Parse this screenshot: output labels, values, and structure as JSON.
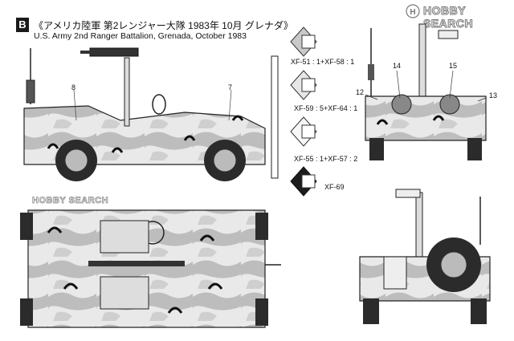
{
  "header": {
    "badge": "B",
    "title_ja": "《アメリカ陸軍 第2レンジャー大隊 1983年 10月 グレナダ》",
    "title_en": "U.S. Army 2nd Ranger Battalion, Grenada, October 1983"
  },
  "swatches": [
    {
      "label": "XF-51 : 1+XF-58 : 1",
      "color": "#c9c9c9"
    },
    {
      "label": "XF-59 : 5+XF-64 : 1",
      "color": "#e6e6e6"
    },
    {
      "label": "XF-55 : 1+XF-57 : 2",
      "color": "#f7f7f7"
    },
    {
      "label": "XF-69",
      "color": "#1c1c1c"
    }
  ],
  "callouts": [
    "8",
    "7",
    "14",
    "15",
    "12",
    "13"
  ],
  "logo": "HOBBY SEARCH",
  "watermark": "HOBBY SEARCH"
}
